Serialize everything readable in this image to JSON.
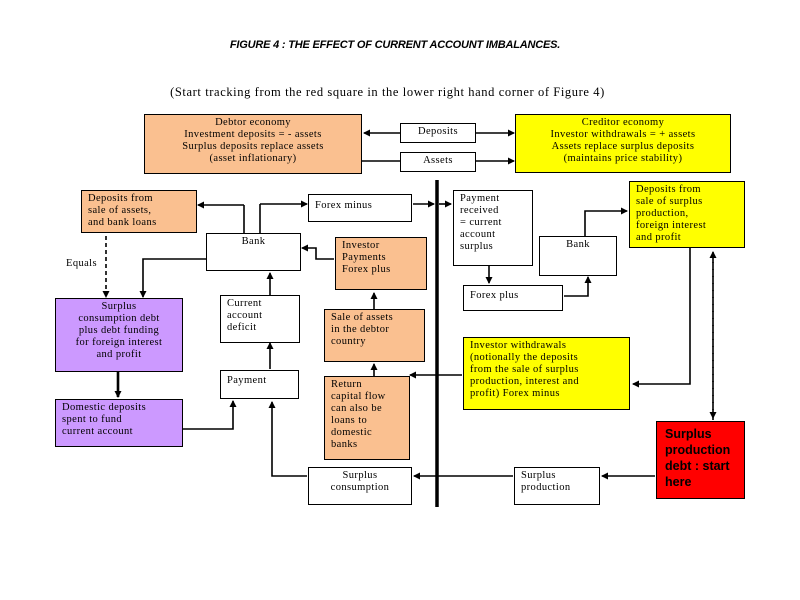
{
  "title": "FIGURE 4 : THE EFFECT OF CURRENT ACCOUNT IMBALANCES.",
  "subtitle": "(Start tracking from  the red square in the lower right hand corner of Figure 4)",
  "colors": {
    "debtor": "#fac090",
    "creditor": "#ffff00",
    "consumption": "#cc99ff",
    "start": "#ff0000"
  },
  "boxes": {
    "debtor_economy": "Debtor economy\nInvestment deposits = - assets\nSurplus deposits replace assets\n(asset inflationary)",
    "deposits": "Deposits",
    "assets": "Assets",
    "creditor_economy": "Creditor economy\nInvestor withdrawals = + assets\nAssets replace surplus deposits\n(maintains price stability)",
    "deposits_from_sale_debtor": "Deposits from\nsale of assets,\nand bank loans",
    "bank_debtor": "Bank",
    "forex_minus": "Forex minus",
    "investor_payments": "Investor\nPayments\nForex plus",
    "payment_received": "Payment\nreceived\n= current\naccount\nsurplus",
    "bank_creditor": "Bank",
    "deposits_from_sale_creditor": "Deposits from\nsale of surplus\nproduction,\nforeign interest\nand profit",
    "surplus_consumption_debt": "Surplus\nconsumption debt\nplus debt funding\nfor foreign interest\nand profit",
    "current_account_deficit": "Current\naccount\ndeficit",
    "sale_of_assets": "Sale of assets\nin the debtor\ncountry",
    "forex_plus": "Forex plus",
    "investor_withdrawals": "Investor withdrawals\n(notionally the deposits\nfrom the sale of surplus\nproduction, interest and\nprofit) Forex minus",
    "payment": "Payment",
    "return_capital_flow": "Return\ncapital flow\ncan also be\nloans to\ndomestic\nbanks",
    "domestic_deposits": "Domestic deposits\nspent to fund\ncurrent account",
    "surplus_consumption": "Surplus\nconsumption",
    "surplus_production": "Surplus\nproduction",
    "surplus_production_debt": "Surplus\nproduction\ndebt : start\nhere"
  },
  "labels": {
    "equals": "Equals"
  }
}
